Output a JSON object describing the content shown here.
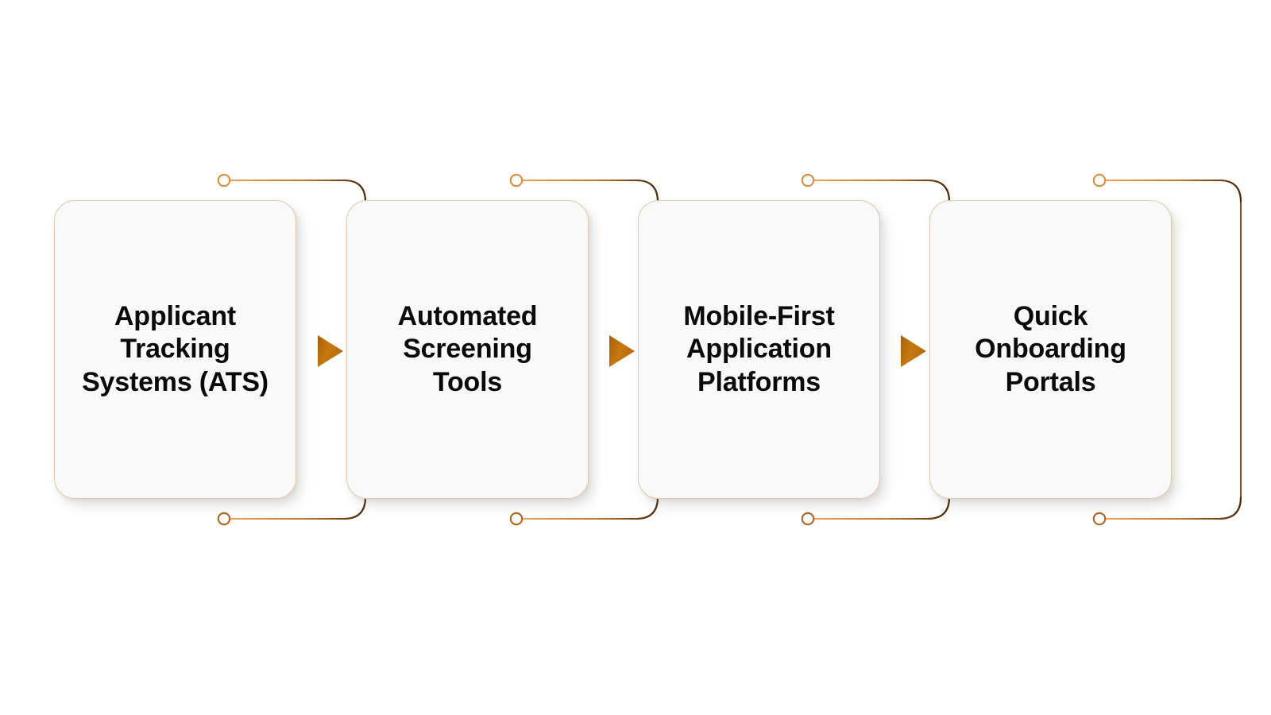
{
  "diagram": {
    "type": "horizontal-process-flow",
    "title": "",
    "background_color": "#ffffff",
    "direction": "left-to-right",
    "step_count": 4,
    "arrow_count": 3
  },
  "theme": {
    "card_background": "#faf9f9",
    "card_border": "#e3c9ab",
    "text_color": "#0a0a0a",
    "accent_light": "#e09a4a",
    "accent_dark": "#5a3310",
    "arrow_color": "#c2760f",
    "arrow_color_dark": "#a85f07",
    "shadow_color": "#78736e"
  },
  "steps": [
    {
      "index": 1,
      "label": "Applicant\nTracking\nSystems (ATS)",
      "lines": [
        "Applicant",
        "Tracking",
        "Systems (ATS)"
      ]
    },
    {
      "index": 2,
      "label": "Automated\nScreening\nTools",
      "lines": [
        "Automated",
        "Screening",
        "Tools"
      ]
    },
    {
      "index": 3,
      "label": "Mobile-First\nApplication\nPlatforms",
      "lines": [
        "Mobile-First",
        "Application",
        "Platforms"
      ]
    },
    {
      "index": 4,
      "label": "Quick\nOnboarding\nPortals",
      "lines": [
        "Quick",
        "Onboarding",
        "Portals"
      ]
    }
  ],
  "connectors": [
    {
      "index": 1,
      "from_step": 1,
      "to_step": 2,
      "shape": "triangle-right"
    },
    {
      "index": 2,
      "from_step": 2,
      "to_step": 3,
      "shape": "triangle-right"
    },
    {
      "index": 3,
      "from_step": 3,
      "to_step": 4,
      "shape": "triangle-right"
    }
  ],
  "decorations": {
    "bracket_shape": "circle-line-corner-vertical-corner-line-circle",
    "endpoint_marker": "circle-outline",
    "per_step": true
  }
}
